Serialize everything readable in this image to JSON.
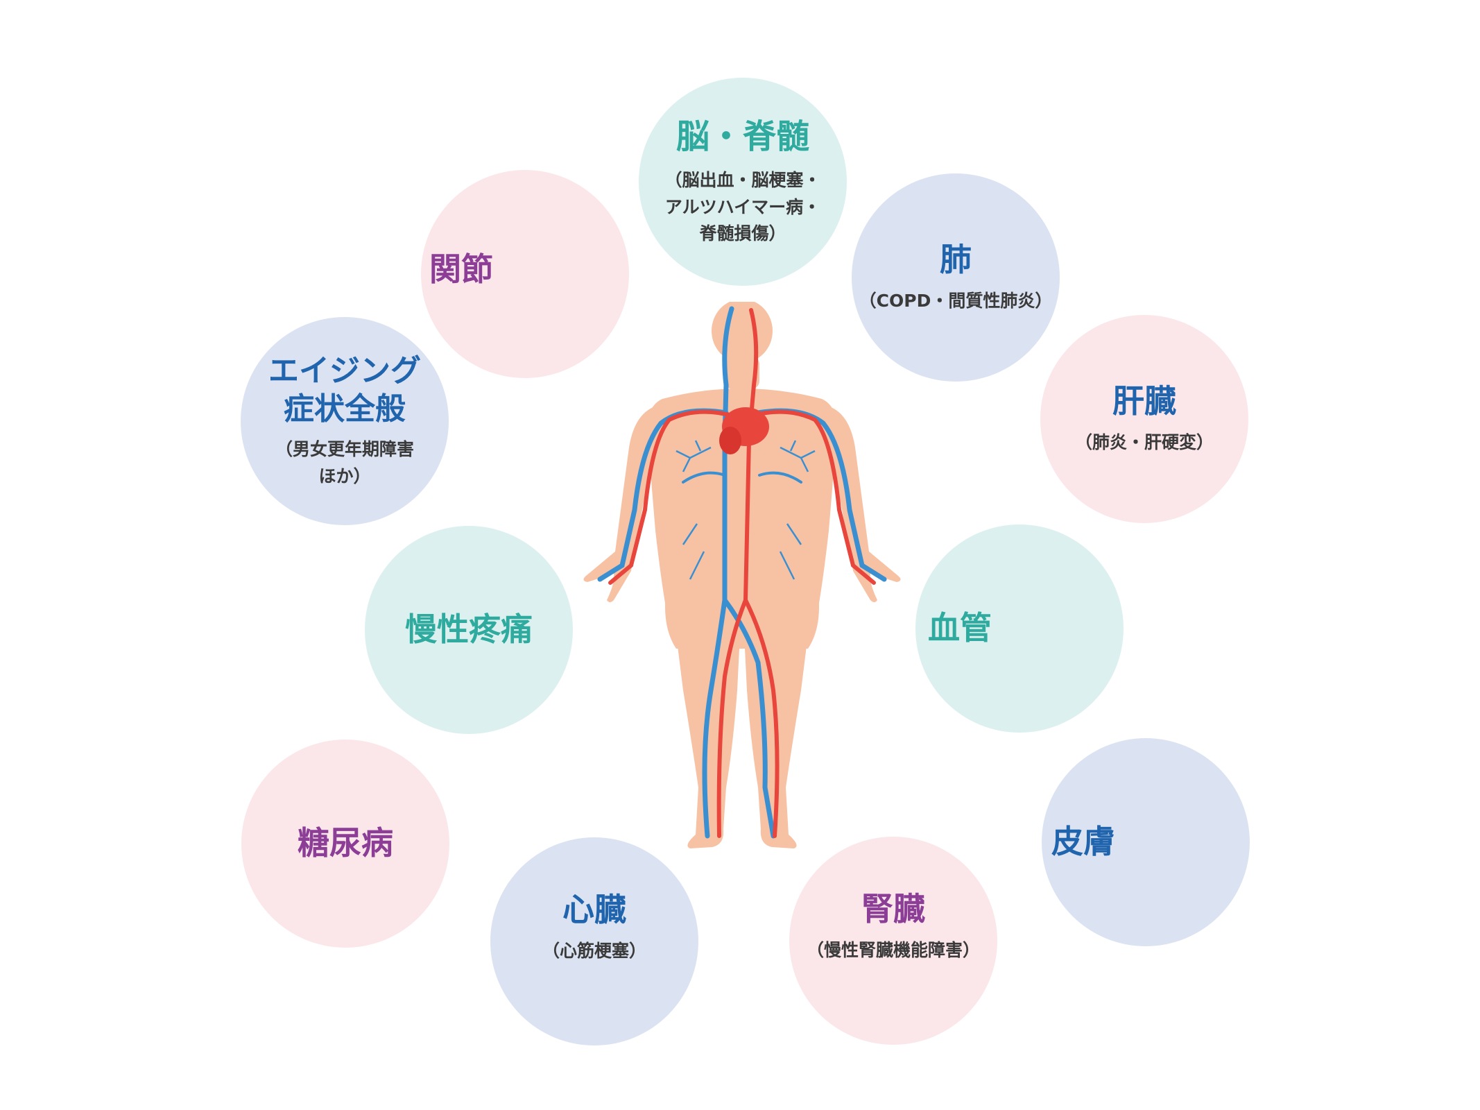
{
  "colors": {
    "pink_bg": "#fbe7ea",
    "teal_bg": "#dcf0ef",
    "blue_bg": "#dbe2f1",
    "teal_text": "#2eaa9e",
    "blue_text": "#1f64ad",
    "purple_text": "#8c3d96",
    "skin": "#f7c1a4",
    "artery": "#e8453c",
    "vein": "#3a8fd0"
  },
  "center_figure": {
    "icon": "human-circulatory-system-icon"
  },
  "organs": {
    "brain": {
      "title": "脳・脊髄",
      "sub1": "（脳出血・脳梗塞・",
      "sub2": "アルツハイマー病・",
      "sub3": "脊髄損傷）"
    },
    "lung": {
      "title": "肺",
      "sub": "（COPD・間質性肺炎）"
    },
    "liver": {
      "title": "肝臓",
      "sub": "（肺炎・肝硬変）"
    },
    "vessel": {
      "title": "血管"
    },
    "skin": {
      "title": "皮膚"
    },
    "kidney": {
      "title": "腎臓",
      "sub": "（慢性腎臓機能障害）"
    },
    "heart": {
      "title": "心臓",
      "sub": "（心筋梗塞）"
    },
    "diabetes": {
      "title": "糖尿病"
    },
    "pain": {
      "title": "慢性疼痛"
    },
    "aging": {
      "title1": "エイジング",
      "title2": "症状全般",
      "sub1": "（男女更年期障害",
      "sub2": "ほか）"
    },
    "joint": {
      "title": "関節"
    }
  }
}
